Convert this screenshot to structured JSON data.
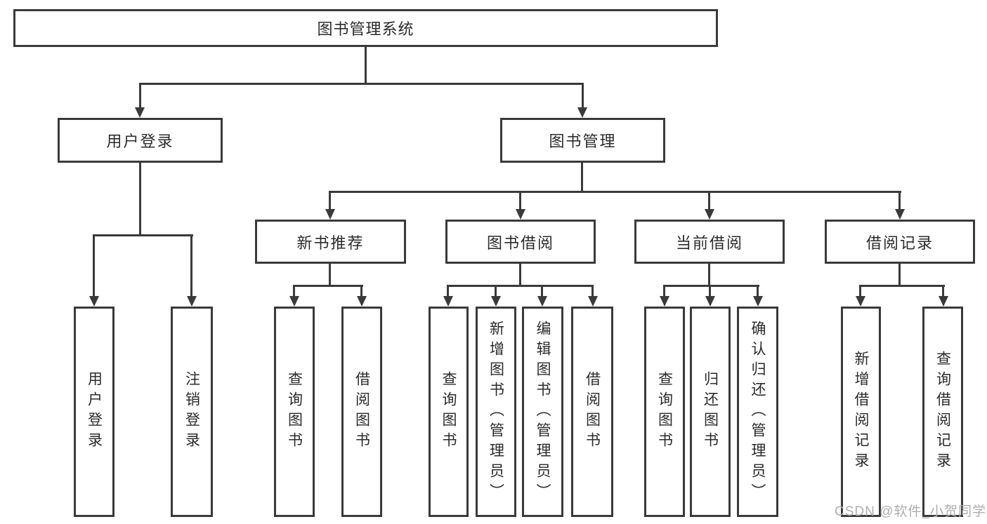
{
  "tree": {
    "label": "图书管理系统",
    "children": [
      {
        "label": "用户登录",
        "children": [
          {
            "label": "用户登录"
          },
          {
            "label": "注销登录"
          }
        ]
      },
      {
        "label": "图书管理",
        "children": [
          {
            "label": "新书推荐",
            "children": [
              {
                "label": "查询图书"
              },
              {
                "label": "借阅图书"
              }
            ]
          },
          {
            "label": "图书借阅",
            "children": [
              {
                "label": "查询图书"
              },
              {
                "label": "新增图书（管理员）"
              },
              {
                "label": "编辑图书（管理员）"
              },
              {
                "label": "借阅图书"
              }
            ]
          },
          {
            "label": "当前借阅",
            "children": [
              {
                "label": "查询图书"
              },
              {
                "label": "归还图书"
              },
              {
                "label": "确认归还（管理员）"
              }
            ]
          },
          {
            "label": "借阅记录",
            "children": [
              {
                "label": "新增借阅记录"
              },
              {
                "label": "查询借阅记录"
              }
            ]
          }
        ]
      }
    ]
  },
  "watermark": "CSDN @软件_小贺同学",
  "colors": {
    "line": "#3a3a3a",
    "text": "#2b2b2b",
    "background": "#ffffff",
    "watermark": "#aeaeae"
  }
}
